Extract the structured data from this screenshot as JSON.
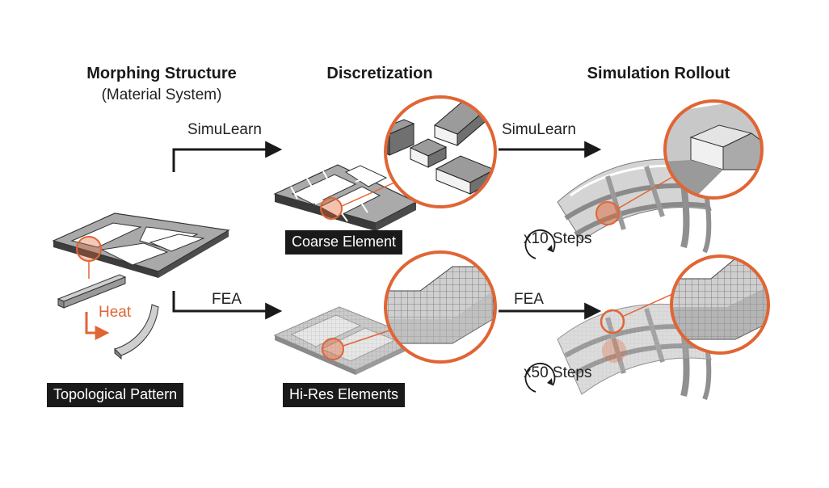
{
  "columns": {
    "morphing": {
      "title": "Morphing Structure",
      "subtitle": "(Material System)"
    },
    "discretization": {
      "title": "Discretization"
    },
    "rollout": {
      "title": "Simulation Rollout"
    }
  },
  "arrows": {
    "top_left": "SimuLearn",
    "top_right": "SimuLearn",
    "bottom_left": "FEA",
    "bottom_right": "FEA"
  },
  "labels": {
    "heat": "Heat",
    "topological_pattern": "Topological Pattern",
    "coarse_element": "Coarse Element",
    "hires_elements": "Hi-Res Elements",
    "steps_top": "x10 Steps",
    "steps_bottom": "x50 Steps"
  },
  "colors": {
    "accent": "#e06535",
    "dark": "#1a1a1a",
    "frame_top": "#9a9a9a",
    "frame_side": "#4a4a4a",
    "hires_fill": "#c8c8c8"
  }
}
